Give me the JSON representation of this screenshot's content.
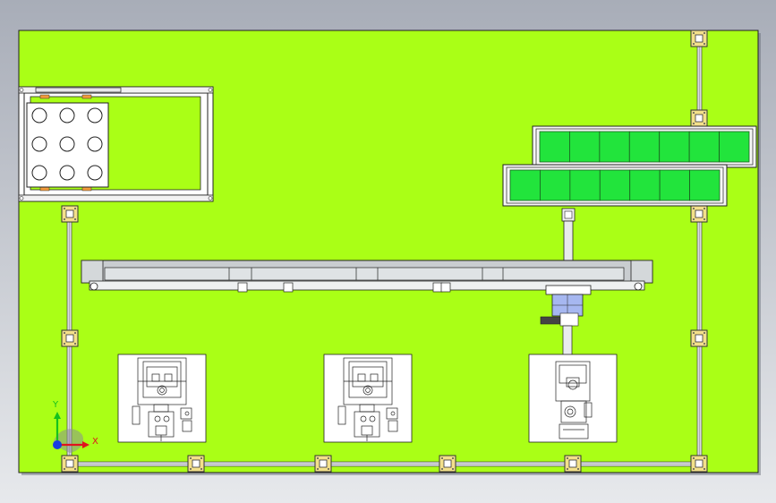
{
  "viewport": {
    "background_top": "#a8adb8",
    "background_bottom": "#e7e9ec"
  },
  "floor": {
    "color": "#aaff16",
    "edge_color": "#222222"
  },
  "frame": {
    "color": "#d9dcde",
    "outline": "#333333"
  },
  "post": {
    "color": "#f3e08a",
    "outline": "#333333"
  },
  "fixture_table": {
    "hole_rows": 3,
    "hole_cols": 3
  },
  "conveyors": {
    "belt_color": "#22e43c",
    "segment_count": 7,
    "count": 2
  },
  "gantry": {
    "rail_color": "#c9cdd0",
    "carriage_color": "#a6b7f0"
  },
  "machines": {
    "count": 3,
    "pad_color": "#ffffff"
  },
  "triad": {
    "x_label": "X",
    "y_label": "Y",
    "x_color": "#e0141e",
    "y_color": "#14c11e",
    "z_color": "#1a3ce0"
  }
}
